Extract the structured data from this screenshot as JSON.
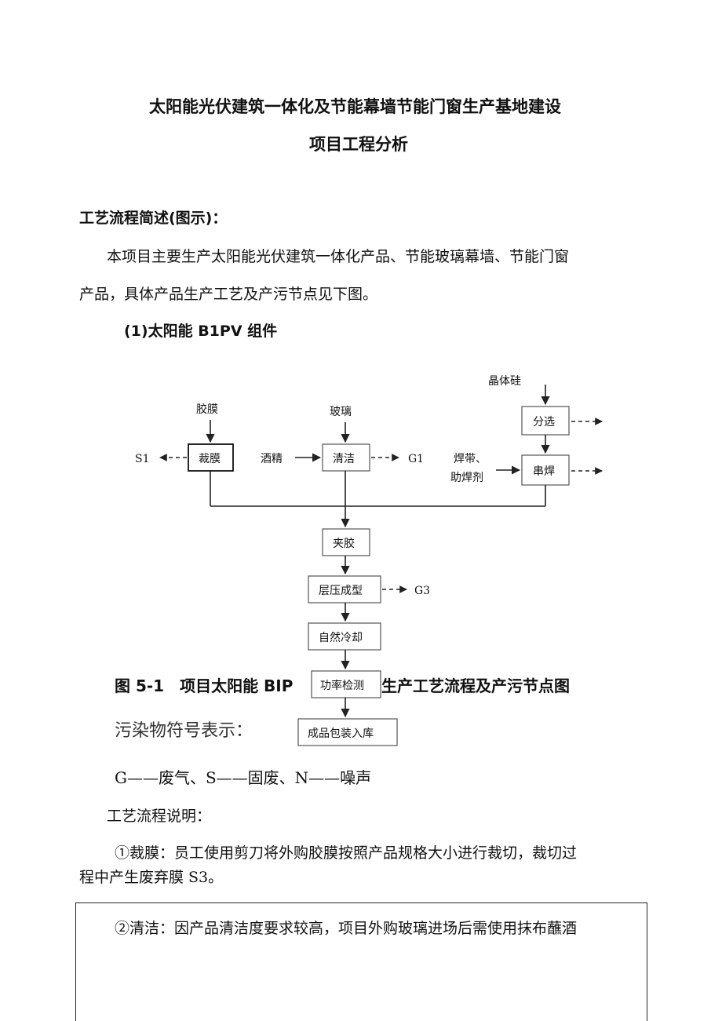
{
  "document": {
    "title_line1": "太阳能光伏建筑一体化及节能幕墙节能门窗生产基地建设",
    "title_line2": "项目工程分析",
    "section_heading": "工艺流程简述(图示)：",
    "intro_line1": "本项目主要生产太阳能光伏建筑一体化产品、节能玻璃幕墙、节能门窗",
    "intro_line2": "产品，具体产品生产工艺及产污节点见下图。",
    "sub_heading": "(1)太阳能 B1PV 组件",
    "figure_caption_left": "图 5-1　项目太阳能 BIP",
    "figure_caption_right": "生产工艺流程及产污节点图",
    "legend_title": "污染物符号表示：",
    "legend_line": "G——废气、S——固废、N——噪声",
    "process_heading": "工艺流程说明：",
    "step1_line1": "①裁膜：员工使用剪刀将外购胶膜按照产品规格大小进行裁切，裁切过",
    "step1_line2": "程中产生废弃膜 S3。",
    "step2_line1": "②清洁：因产品清洁度要求较高，项目外购玻璃进场后需使用抹布蘸酒"
  },
  "diagram": {
    "inputs": {
      "film": "胶膜",
      "glass": "玻璃",
      "silicon": "晶体硅",
      "alcohol": "酒精",
      "solder_line1": "焊带、",
      "solder_line2": "助焊剂"
    },
    "outputs": {
      "s1": "S1",
      "g1": "G1",
      "g3": "G3"
    },
    "steps": {
      "cut_film": "裁膜",
      "clean": "清洁",
      "sort": "分选",
      "string_weld": "串焊",
      "sandwich": "夹胶",
      "laminate": "层压成型",
      "cool": "自然冷却",
      "power_test": "功率检测",
      "package": "成品包装入库"
    }
  }
}
